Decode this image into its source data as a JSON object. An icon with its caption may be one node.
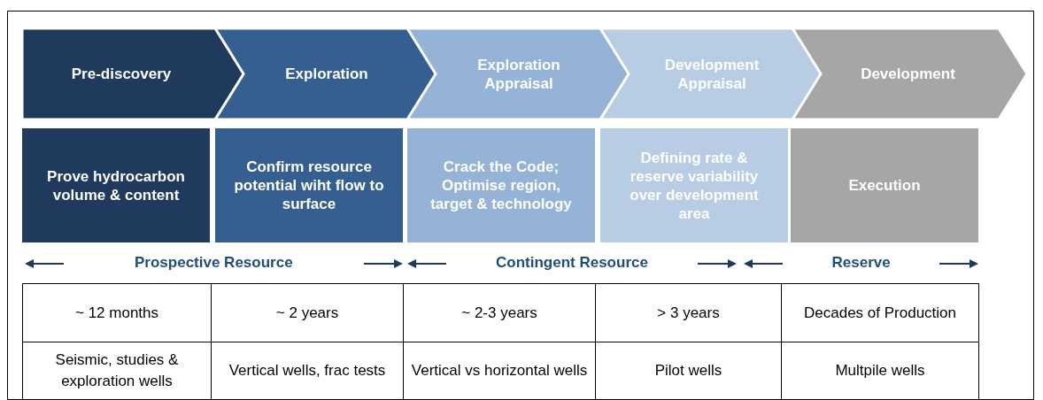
{
  "diagram": {
    "nodes": [
      {
        "text": [
          "Pre-discovery"
        ]
      },
      {
        "text": [
          "Exploration"
        ]
      },
      {
        "text": [
          "Exploration Appraisal"
        ]
      },
      {
        "text": [
          "Development Appraisal"
        ]
      },
      {
        "text": [
          "Development"
        ]
      },
      {
        "text": [
          "Prove hydrocarbon volume & content"
        ]
      },
      {
        "text": [
          "Confirm resource potential wiht flow to surface"
        ]
      },
      {
        "text": [
          "Crack the Code; Optimise region, target & technology"
        ]
      },
      {
        "text": [
          "Defining rate & reserve variability over development area"
        ]
      },
      {
        "text": [
          "Execution"
        ]
      }
    ],
    "labels": [
      "Prospective Resource",
      "Contingent Resource",
      "Reserve",
      "~ 12 months",
      "~ 2 years",
      "~ 2-3 years",
      "> 3 years",
      "Decades of Production",
      "Seismic, studies & exploration wells",
      "Vertical wells, frac tests",
      "Vertical vs horizontal wells",
      "Pilot wells",
      "Multpile wells"
    ]
  }
}
